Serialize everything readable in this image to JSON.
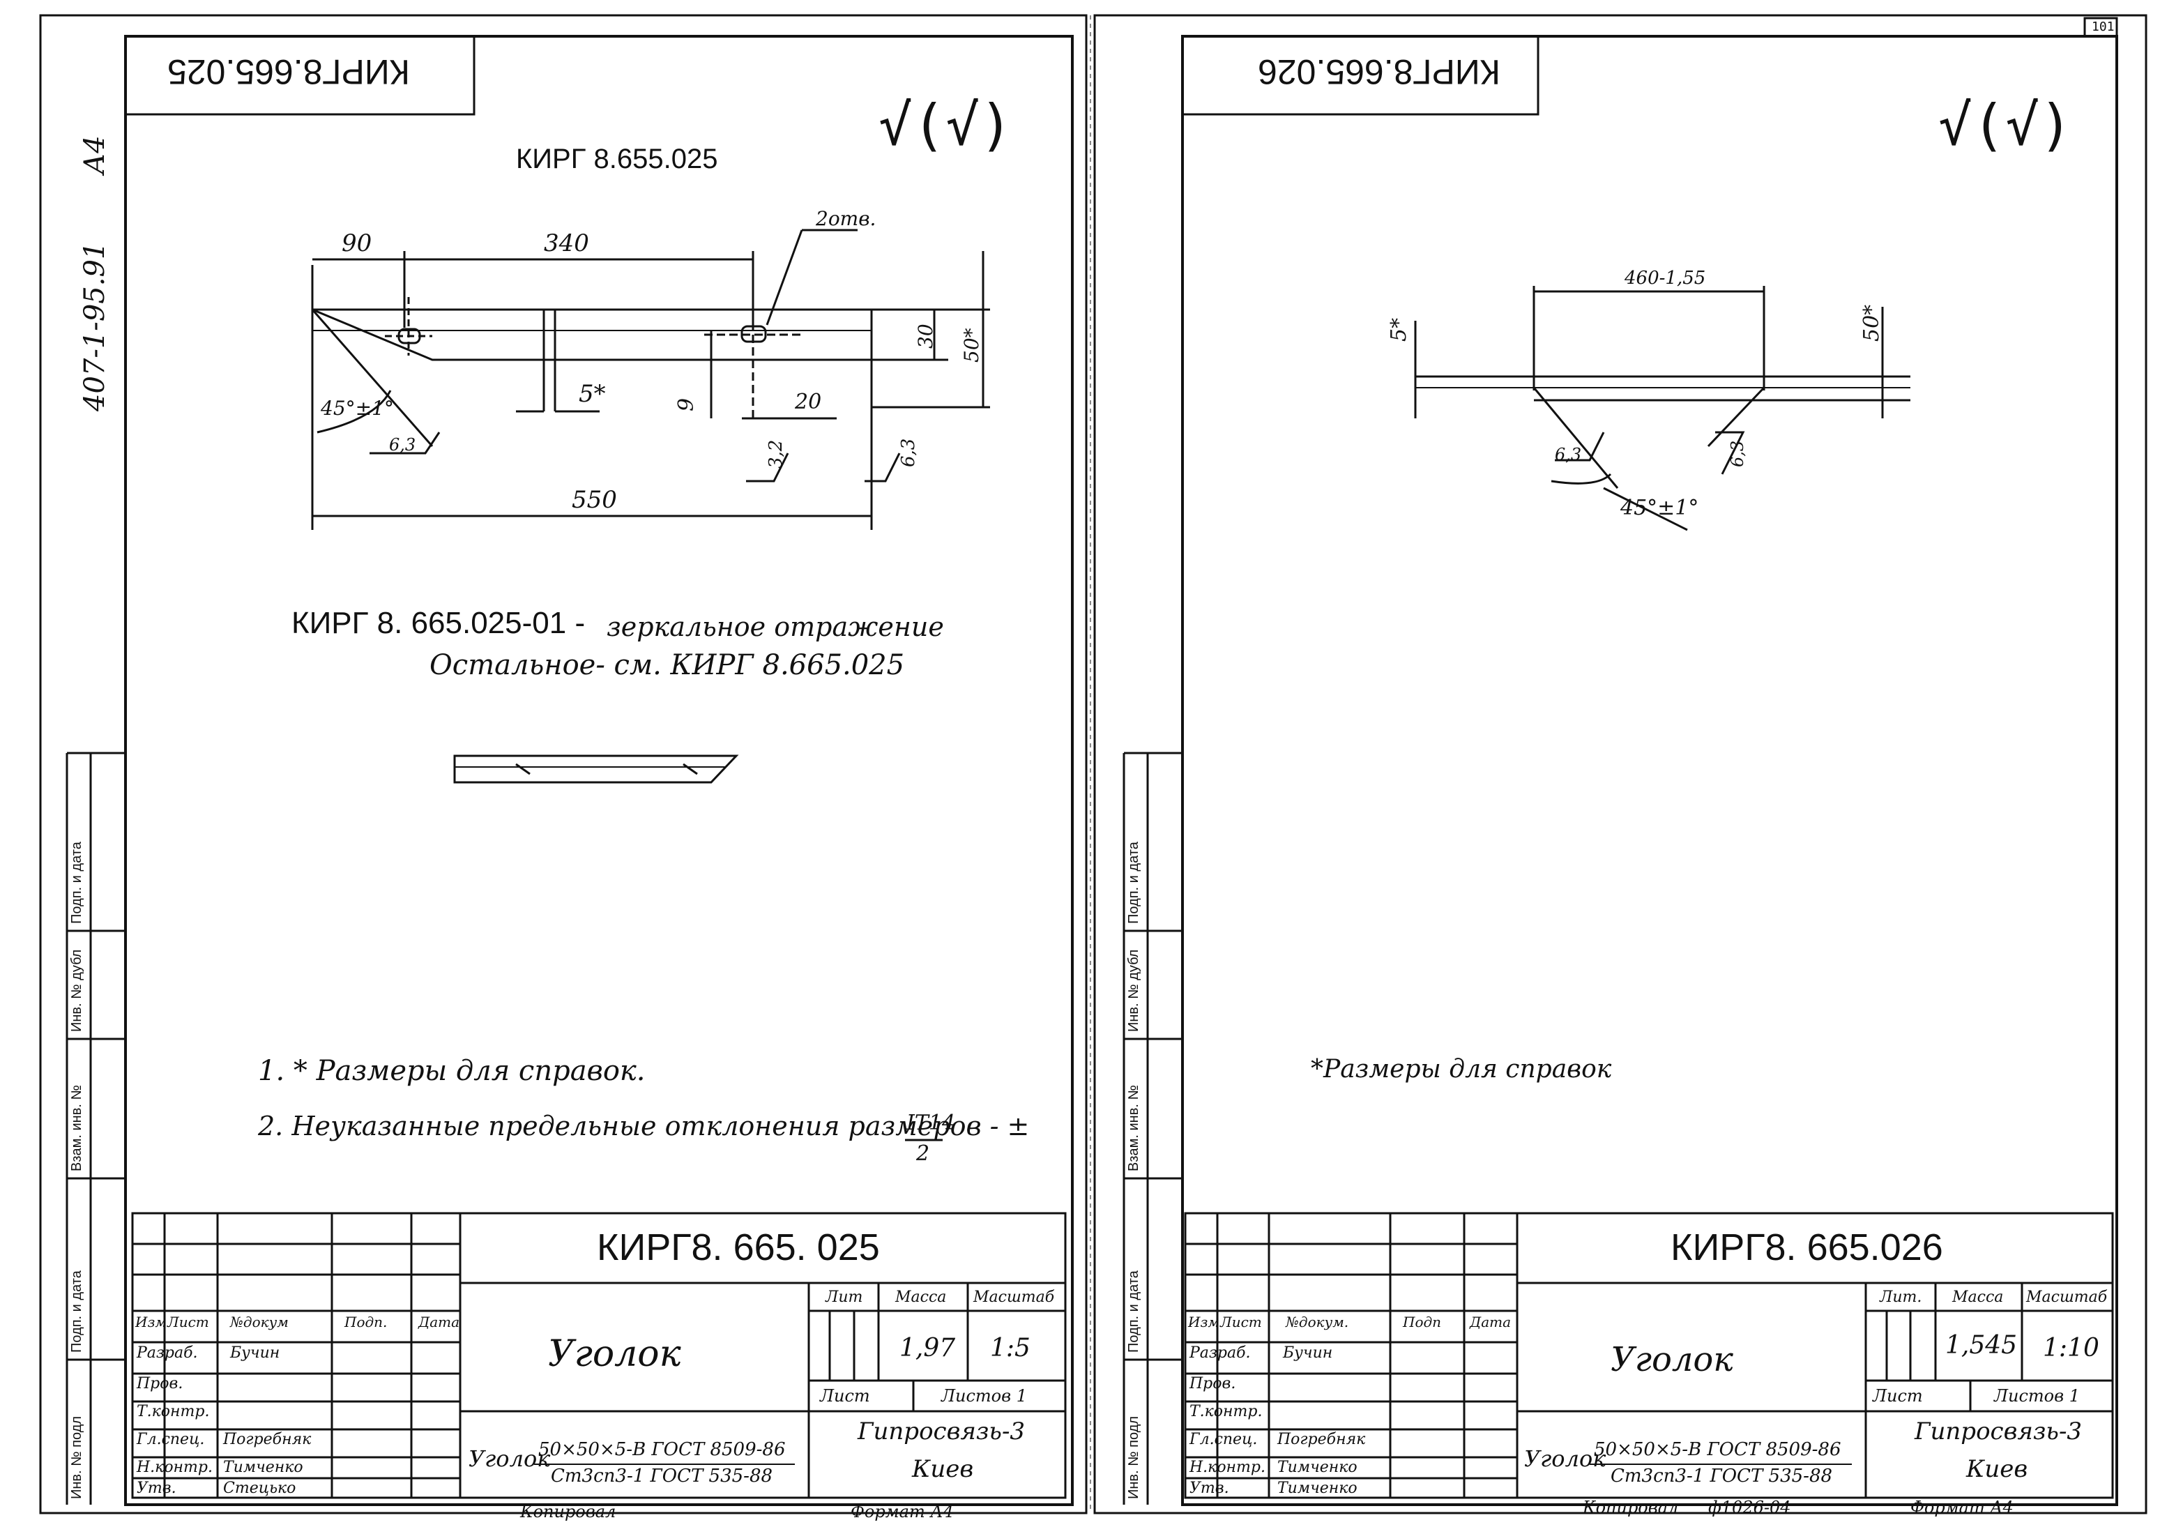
{
  "page_number": "101",
  "side_code": "407-1-95.91",
  "side_format": "А4",
  "side_labels": [
    "Подп. и дата",
    "Инв. № дубл",
    "Взам. инв. №",
    "Подп. и дата",
    "Инв. № подл"
  ],
  "sheet_left": {
    "corner_code": "КИРГ8.665.025",
    "roughness": "√(√)",
    "drawing_title": "КИРГ 8.655.025",
    "dims": {
      "d90": "90",
      "d340": "340",
      "holes": "2отв.",
      "d30": "30",
      "d50": "50*",
      "angle": "45°±1°",
      "r63a": "6,3",
      "d5": "5*",
      "d9": "9",
      "d20": "20",
      "r32": "3,2",
      "r63b": "6,3",
      "d550": "550"
    },
    "variant_code": "КИРГ 8. 665.025-01 -",
    "variant_text": "зеркальное отражение",
    "rest_text": "Остальное- см. КИРГ 8.665.025",
    "note1": "1.  * Размеры для справок.",
    "note2": "2.  Неуказанные предельные отклонения размеров - ±",
    "note2_num": "IT14",
    "note2_den": "2",
    "title_code": "КИРГ8. 665. 025",
    "part_name": "Уголок",
    "hdr": {
      "izm": "Изм",
      "list": "Лист",
      "doc": "№докум",
      "sign": "Подп.",
      "date": "Дата"
    },
    "roles": [
      "Разраб.",
      "Пров.",
      "Т.контр.",
      "Гл.спец.",
      "Н.контр.",
      "Утв."
    ],
    "names": [
      "Бучин",
      "",
      "",
      "Погребняк",
      "Тимченко",
      "Стецько"
    ],
    "lit": "Лит",
    "mass_h": "Масса",
    "scale_h": "Масштаб",
    "mass": "1,97",
    "scale": "1:5",
    "sheet_l": "Лист",
    "sheets_l": "Листов 1",
    "material_pre": "Уголок",
    "material_top": "50×50×5-В ГОСТ 8509-86",
    "material_bot": "Ст3сп3-1 ГОСТ 535-88",
    "org1": "Гипросвязь-3",
    "org2": "Киев",
    "copied": "Копировал",
    "format": "Формат А4"
  },
  "sheet_right": {
    "corner_code": "КИРГ8.665.026",
    "roughness": "√(√)",
    "dims": {
      "d460": "460-1,55",
      "d5": "5*",
      "d50": "50*",
      "r63a": "6,3",
      "r63b": "6,3",
      "angle": "45°±1°"
    },
    "note": "*Размеры для справок",
    "title_code": "КИРГ8. 665.026",
    "part_name": "Уголок",
    "hdr": {
      "izm": "Изм",
      "list": "Лист",
      "doc": "№докум.",
      "sign": "Подп",
      "date": "Дата"
    },
    "roles": [
      "Разраб.",
      "Пров.",
      "Т.контр.",
      "Гл.спец.",
      "Н.контр.",
      "Утв."
    ],
    "names": [
      "Бучин",
      "",
      "",
      "Погребняк",
      "Тимченко",
      "Тимченко"
    ],
    "lit": "Лит.",
    "mass_h": "Масса",
    "scale_h": "Масштаб",
    "mass": "1,545",
    "scale": "1:10",
    "sheet_l": "Лист",
    "sheets_l": "Листов 1",
    "material_pre": "Уголок",
    "material_top": "50×50×5-В ГОСТ 8509-86",
    "material_bot": "Ст3сп3-1 ГОСТ 535-88",
    "org1": "Гипросвязь-3",
    "org2": "Киев",
    "copied": "Копировал",
    "copied_no": "ф1026-04",
    "format": "Формат А4"
  }
}
